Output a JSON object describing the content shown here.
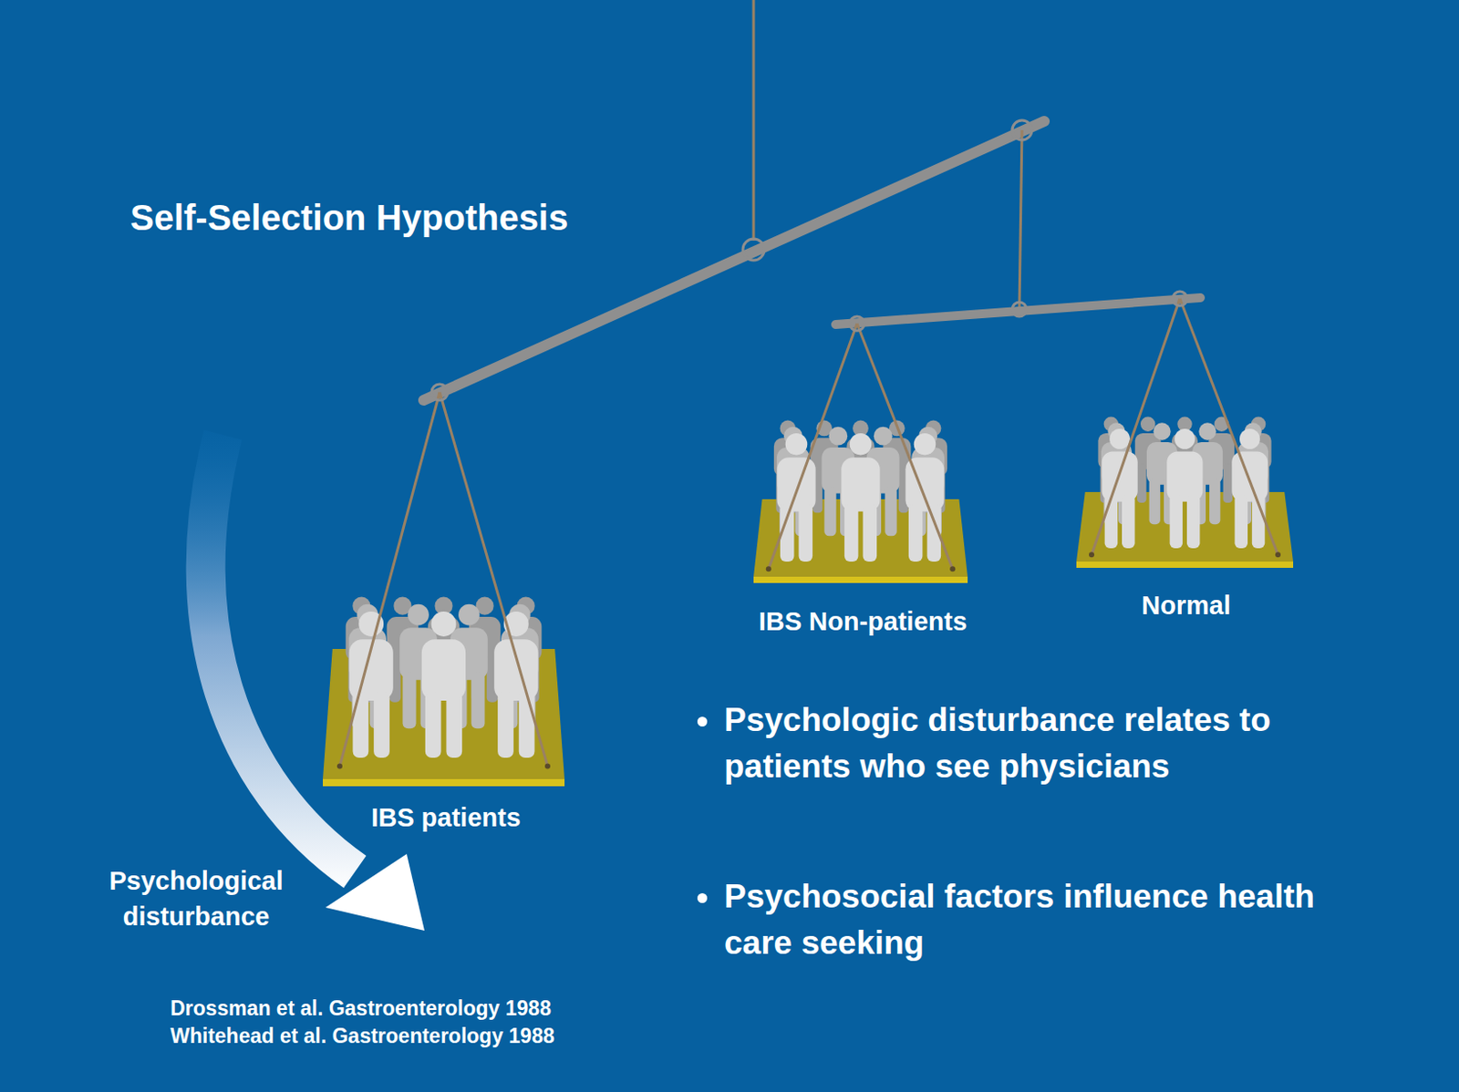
{
  "diagram": {
    "title": "Self-Selection Hypothesis",
    "nodes": [
      {
        "text": [
          "IBS patients"
        ]
      },
      {
        "text": [
          "IBS Non-patients"
        ]
      },
      {
        "text": [
          "Normal"
        ]
      }
    ],
    "labels": [
      "Psychological disturbance",
      "Psychologic disturbance relates to patients who see physicians",
      "Psychosocial factors influence health care seeking",
      "Drossman et al. Gastroenterology 1988",
      "Whitehead et al. Gastroenterology 1988"
    ]
  }
}
